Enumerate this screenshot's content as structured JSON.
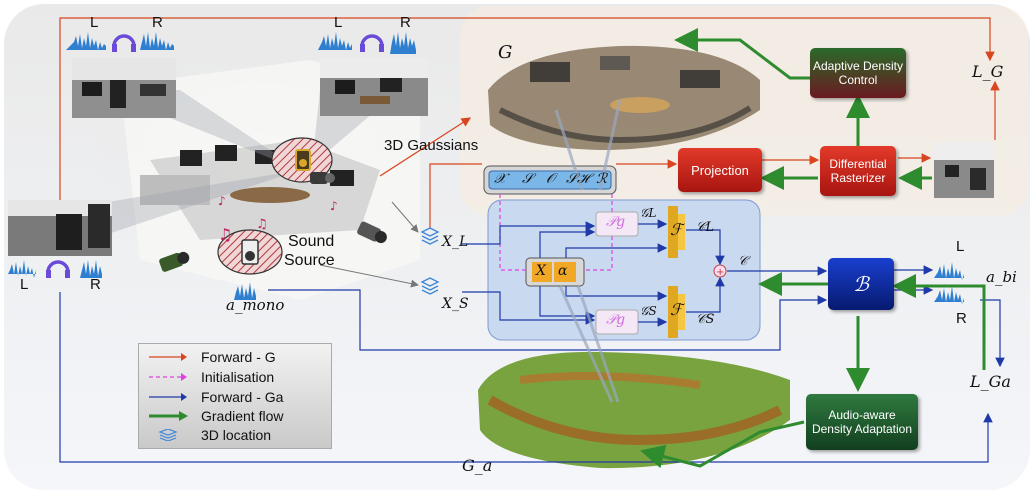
{
  "labels": {
    "L_left": "L",
    "R_left": "R",
    "L_mid": "L",
    "R_mid": "R",
    "L_bottom": "L",
    "R_bottom": "R",
    "L_out": "L",
    "R_out": "R",
    "G": "G",
    "gaussians": "3D Gaussians",
    "sound_source_1": "Sound",
    "sound_source_2": "Source",
    "a_mono": "a_mono",
    "x_l": "X_L",
    "x_s": "X_S",
    "attrs": [
      "𝒳",
      "𝒮",
      "𝒪",
      "𝒮ℋ",
      "ℛ"
    ],
    "init_x": "X",
    "init_alpha": "α",
    "p_g": "𝒫g",
    "g_l": "𝒢L",
    "g_s": "𝒢S",
    "f": "ℱ",
    "c_l": "𝒞L",
    "c_s": "𝒞S",
    "c": "𝒞",
    "b": "ℬ",
    "a_bi": "a_bi",
    "L_G": "L_G",
    "L_Ga": "L_Ga",
    "G_a": "G_a"
  },
  "boxes": {
    "projection": "Projection",
    "rasterizer_1": "Differential",
    "rasterizer_2": "Rasterizer",
    "adc_1": "Adaptive Density",
    "adc_2": "Control",
    "aada_1": "Audio-aware",
    "aada_2": "Density Adaptation"
  },
  "legend": {
    "items": [
      "Forward - G",
      "Initialisation",
      "Forward - Ga",
      "Gradient flow",
      "3D location"
    ]
  },
  "colors": {
    "forward_g": "#d8451f",
    "init": "#e040e0",
    "forward_ga": "#1f3aa8",
    "gradient": "#2e8b2e"
  }
}
